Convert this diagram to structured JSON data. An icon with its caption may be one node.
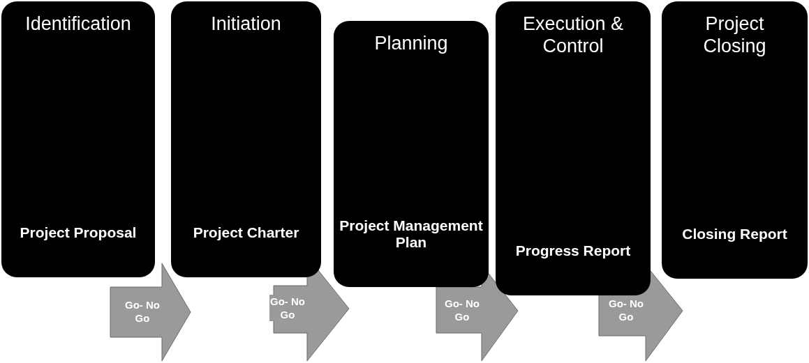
{
  "diagram": {
    "nodes": [
      {
        "text": [
          "Identification",
          "Project Proposal"
        ]
      },
      {
        "text": [
          "Initiation",
          "Project Charter"
        ]
      },
      {
        "text": [
          "Planning",
          "Project Management Plan"
        ]
      },
      {
        "text": [
          "Execution & Control",
          "Progress Report"
        ]
      },
      {
        "text": [
          "Project Closing",
          "Closing Report"
        ]
      }
    ],
    "edges": [
      {
        "from": 0,
        "to": 1,
        "arrow": "to",
        "label": "Go- No Go"
      },
      {
        "from": 1,
        "to": 2,
        "arrow": "to",
        "label": "Go- No Go"
      },
      {
        "from": 2,
        "to": 3,
        "arrow": "to",
        "label": "Go- No Go"
      },
      {
        "from": 3,
        "to": 4,
        "arrow": "to",
        "label": "Go- No Go"
      }
    ]
  }
}
